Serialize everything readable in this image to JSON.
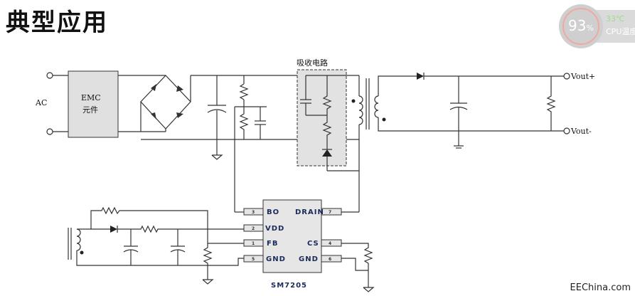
{
  "title": "典型应用",
  "widget": {
    "percent": "93",
    "percent_unit": "%",
    "temperature": "33℃",
    "label": "CPU温度"
  },
  "diagram": {
    "ac": "AC",
    "emc_line1": "EMC",
    "emc_line2": "元件",
    "snubber": "吸收电路",
    "vout_plus": "Vout+",
    "vout_minus": "Vout-",
    "chip": "SM7205",
    "pins": {
      "bo": "BO",
      "vdd": "VDD",
      "fb": "FB",
      "gnd_left": "GND",
      "drain": "DRAIN",
      "cs": "CS",
      "gnd_right": "GND",
      "n_bo": "3",
      "n_vdd": "2",
      "n_fb": "1",
      "n_gndl": "5",
      "n_drain": "7",
      "n_cs": "4",
      "n_gndr": "6"
    }
  },
  "watermark": "EEChina.com"
}
